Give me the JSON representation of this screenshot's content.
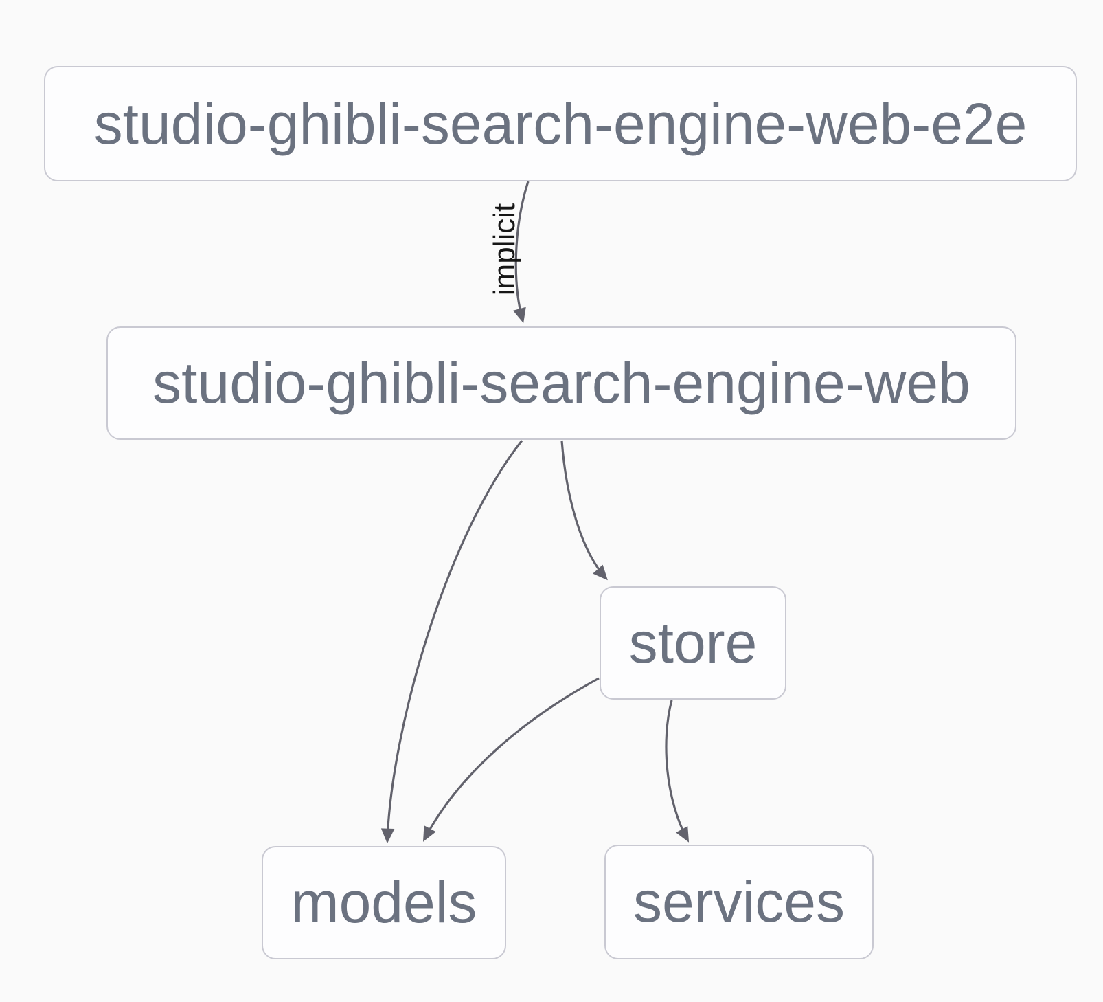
{
  "diagram": {
    "kind": "project-dependency-graph",
    "nodes": [
      {
        "id": "studio-ghibli-search-engine-web-e2e",
        "label": "studio-ghibli-search-engine-web-e2e"
      },
      {
        "id": "studio-ghibli-search-engine-web",
        "label": "studio-ghibli-search-engine-web"
      },
      {
        "id": "store",
        "label": "store"
      },
      {
        "id": "models",
        "label": "models"
      },
      {
        "id": "services",
        "label": "services"
      }
    ],
    "edges": [
      {
        "from": "studio-ghibli-search-engine-web-e2e",
        "to": "studio-ghibli-search-engine-web",
        "label": "implicit"
      },
      {
        "from": "studio-ghibli-search-engine-web",
        "to": "models",
        "label": ""
      },
      {
        "from": "studio-ghibli-search-engine-web",
        "to": "store",
        "label": ""
      },
      {
        "from": "store",
        "to": "models",
        "label": ""
      },
      {
        "from": "store",
        "to": "services",
        "label": ""
      }
    ],
    "colors": {
      "background": "#fafafa",
      "node_fill": "#fdfdfe",
      "node_border": "#c9c9d2",
      "node_text": "#6b7280",
      "edge_stroke": "#62626c",
      "edge_label_text": "#161616"
    }
  }
}
